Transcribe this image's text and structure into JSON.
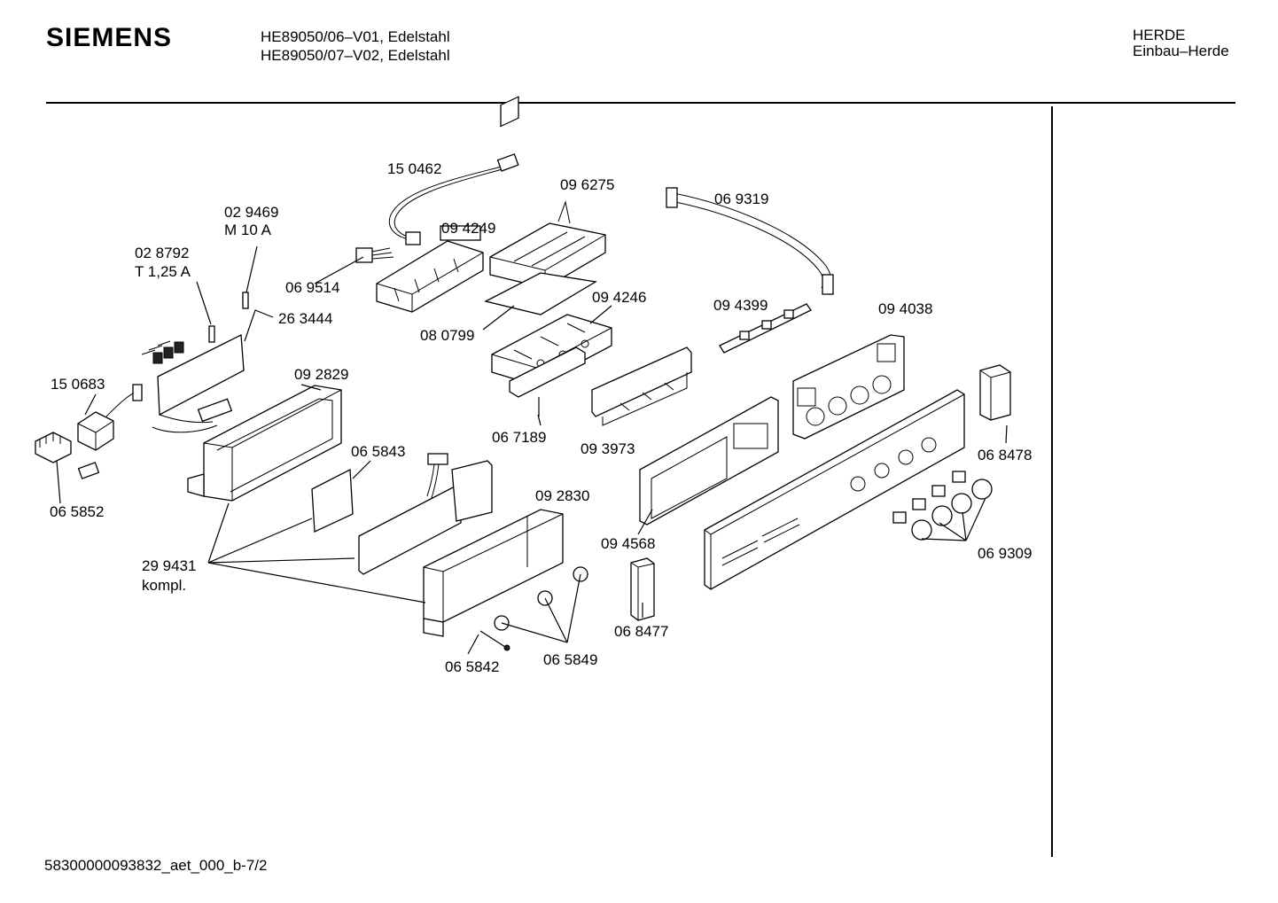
{
  "header": {
    "brand": "SIEMENS",
    "model_line_1": "HE89050/06–V01, Edelstahl",
    "model_line_2": "HE89050/07–V02, Edelstahl",
    "category_line_1": "HERDE",
    "category_line_2": "Einbau–Herde"
  },
  "footer": {
    "doc_id": "58300000093832_aet_000_b-7/2"
  },
  "parts": {
    "p150462": "15 0462",
    "p096275": "09 6275",
    "p069319": "06 9319",
    "p029469": "02 9469",
    "p029469_sub": "M 10 A",
    "p094249": "09 4249",
    "p028792": "02 8792",
    "p028792_sub": "T 1,25 A",
    "p069514": "06 9514",
    "p263444": "26 3444",
    "p094246": "09 4246",
    "p094399": "09 4399",
    "p094038": "09 4038",
    "p080799": "08 0799",
    "p150683": "15 0683",
    "p092829": "09 2829",
    "p067189": "06 7189",
    "p093973": "09 3973",
    "p068478": "06 8478",
    "p065843": "06 5843",
    "p065852": "06 5852",
    "p092830": "09 2830",
    "p094568": "09 4568",
    "p069309": "06 9309",
    "p299431": "29 9431",
    "p299431_sub": "kompl.",
    "p068477": "06 8477",
    "p065849": "06 5849",
    "p065842": "06 5842"
  }
}
